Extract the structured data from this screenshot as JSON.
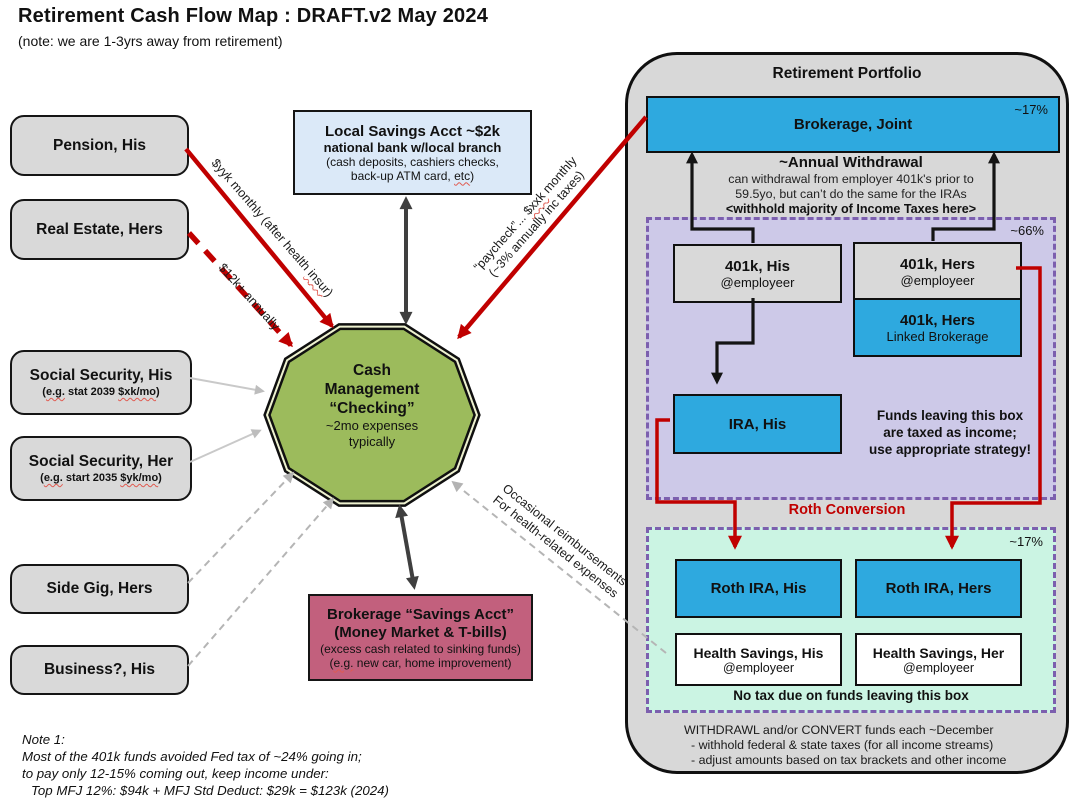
{
  "title": "Retirement Cash Flow Map : DRAFT.v2 May 2024",
  "subtitle": "(note: we are 1-3yrs away from retirement)",
  "colors": {
    "red_arrow": "#C00000",
    "blue_account": "#2EA9DF",
    "hub_green": "#9CBB5C",
    "tax_deferred_lavender": "#CDC9E8",
    "tax_free_mint": "#CBF4E3",
    "dashed_purple": "#7C5FAE",
    "brokerage_pink": "#C2607D",
    "source_gray": "#D9D9D9",
    "savings_light_blue": "#DBE9F8"
  },
  "sources": [
    {
      "label": "Pension, His"
    },
    {
      "label": "Real Estate, Hers"
    },
    {
      "label": "Social Security, His",
      "sub_parts": [
        "(",
        "e.g.",
        " stat 2039 ",
        "$xk/mo",
        ")"
      ]
    },
    {
      "label": "Social Security, Her",
      "sub_parts": [
        "(",
        "e.g.",
        " start 2035 ",
        "$yk/mo",
        ")"
      ]
    },
    {
      "label": "Side Gig, Hers"
    },
    {
      "label": "Business?, His"
    }
  ],
  "local_savings": {
    "line1": "Local Savings Acct  ~$2k",
    "line2": "national bank w/local branch",
    "line3": "(cash deposits, cashiers checks,",
    "line4_parts": [
      "back-up ATM card, ",
      "etc",
      ")"
    ]
  },
  "hub": {
    "line1": "Cash",
    "line2": "Management",
    "line3": "“Checking”",
    "line4": "~2mo expenses",
    "line5": "typically"
  },
  "brokerage_savings": {
    "line1": "Brokerage “Savings Acct”",
    "line2": "(Money Market & T-bills)",
    "line3": "(excess cash related to sinking funds)",
    "line4_parts": [
      "(",
      "e.g.",
      " new car, home improvement)"
    ]
  },
  "note": {
    "line1": "Note 1:",
    "line2": "Most of the 401k funds avoided Fed tax of ~24% going in;",
    "line3": "to pay only 12-15% coming out, keep income under:",
    "line4": "Top MFJ 12%: $94k + MFJ Std Deduct: $29k  =  $123k (2024)"
  },
  "flow_labels": {
    "pension_parts": [
      "$yyk monthly (after health ",
      "insur",
      ")"
    ],
    "real_estate": "$12k+ annually",
    "paycheck_parts": [
      "“paycheck”... ",
      "$xxk",
      " monthly"
    ],
    "paycheck_line2": "(~3% annually inc taxes)",
    "reimb_line1": "Occasional reimbursements",
    "reimb_line2": "For health-related expenses"
  },
  "portfolio": {
    "title": "Retirement Portfolio",
    "brokerage_joint": {
      "label": "Brokerage, Joint",
      "pct": "~17%"
    },
    "annual_withdrawal": {
      "heading": "~Annual Withdrawal",
      "line1": "can withdrawal from employer 401k's prior to",
      "line2": "59.5yo, but can’t do the same for the IRAs",
      "line3": "<withhold majority of Income Taxes here>"
    },
    "tax_deferred": {
      "pct": "~66%",
      "k401_his": {
        "title": "401k, His",
        "sub": "@employeer"
      },
      "k401_hers": {
        "title": "401k, Hers",
        "sub": "@employeer"
      },
      "k401_hers_linked": {
        "title": "401k, Hers",
        "sub": "Linked Brokerage"
      },
      "ira_his": {
        "title": "IRA, His"
      },
      "warning": {
        "line1": "Funds leaving this box",
        "line2": "are taxed as income;",
        "line3": "use appropriate strategy!"
      }
    },
    "roth_conversion": "Roth Conversion",
    "tax_free": {
      "pct": "~17%",
      "roth_his": {
        "title": "Roth IRA, His"
      },
      "roth_hers": {
        "title": "Roth IRA, Hers"
      },
      "hsa_his": {
        "title": "Health Savings, His",
        "sub": "@employeer"
      },
      "hsa_her": {
        "title": "Health Savings, Her",
        "sub": "@employeer"
      },
      "no_tax": "No tax due on funds leaving this box"
    },
    "footer": {
      "line1": "WITHDRAWL and/or CONVERT funds each ~December",
      "line2": "- withhold federal & state taxes (for all income streams)",
      "line3": "- adjust amounts based on tax brackets and other income"
    }
  }
}
